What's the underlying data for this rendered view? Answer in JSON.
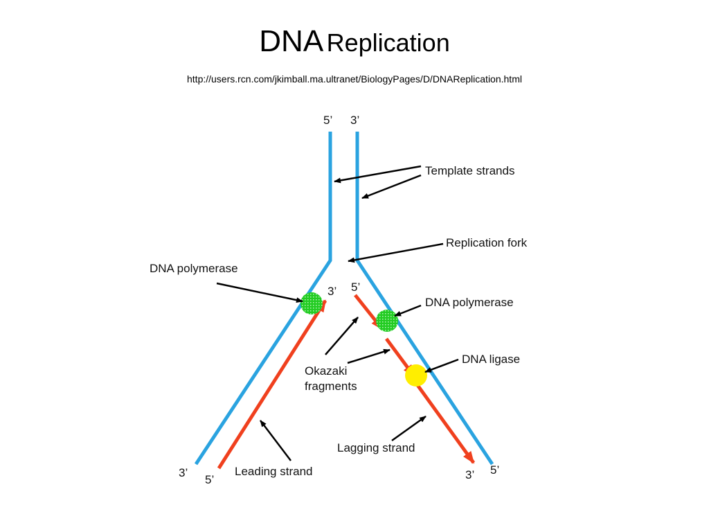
{
  "slide": {
    "title_main": "DNA",
    "title_sub": "Replication",
    "url": "http://users.rcn.com/jkimball.ma.ultranet/BiologyPages/D/DNAReplication.html"
  },
  "diagram": {
    "ends": {
      "top_left": "5’",
      "top_right": "3’",
      "fork_left_inner": "3’",
      "fork_right_inner": "5’",
      "bottom_left_outer": "3’",
      "bottom_left_inner": "5’",
      "bottom_right_inner": "3’",
      "bottom_right_outer": "5’"
    },
    "labels": {
      "template_strands": "Template strands",
      "replication_fork": "Replication fork",
      "dna_polymerase_left": "DNA polymerase",
      "dna_polymerase_right": "DNA polymerase",
      "dna_ligase": "DNA ligase",
      "okazaki_line1": "Okazaki",
      "okazaki_line2": "fragments",
      "lagging_strand": "Lagging strand",
      "leading_strand": "Leading strand"
    },
    "colors": {
      "template": "#2aa3e0",
      "new_strand": "#f0401e",
      "polymerase": "#22cc22",
      "ligase": "#ffee00",
      "pointer": "#000000"
    }
  }
}
